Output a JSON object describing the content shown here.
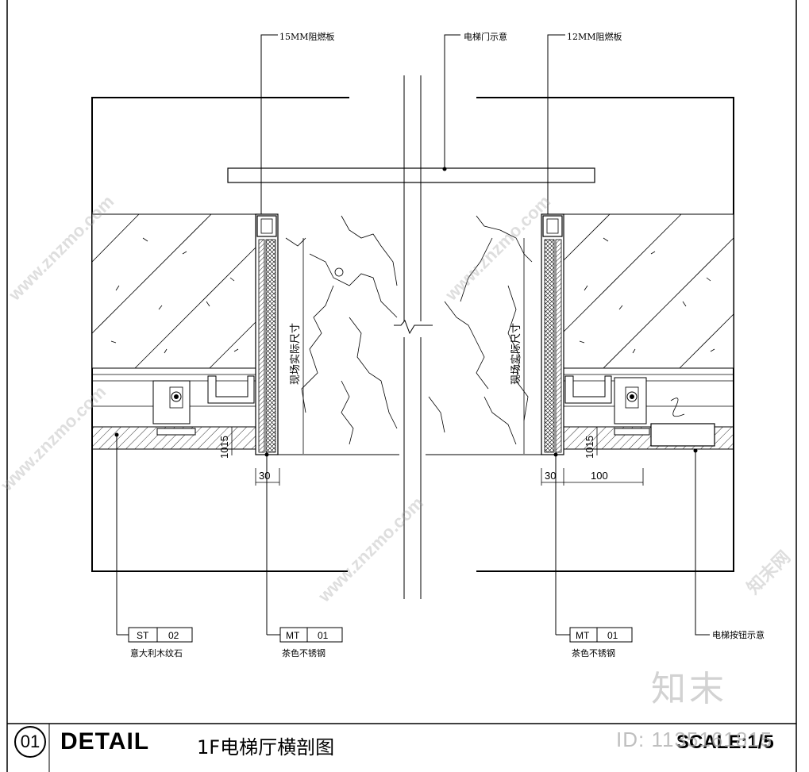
{
  "labels": {
    "top_left_board": "15MM阻燃板",
    "top_center_door": "电梯门示意",
    "top_right_board": "12MM阻燃板",
    "site_dim_left": "现场实际尺寸",
    "site_dim_right": "现场实际尺寸",
    "dim_30_left": "30",
    "dim_30_right": "30",
    "dim_100": "100",
    "dim_1015_left": "1015",
    "dim_1015_right": "1015",
    "button_note": "电梯按钮示意"
  },
  "tags": [
    {
      "code": "ST",
      "num": "02",
      "desc": "意大利木纹石"
    },
    {
      "code": "MT",
      "num": "01",
      "desc": "茶色不锈钢"
    },
    {
      "code": "MT",
      "num": "01",
      "desc": "茶色不锈钢"
    }
  ],
  "title": {
    "number": "01",
    "detail": "DETAIL",
    "name": "1F电梯厅横剖图",
    "scale": "SCALE:1/5"
  },
  "watermarks": {
    "site": "www.znzmo.com",
    "brand": "知末网",
    "logo": "知末",
    "id": "ID: 1135161815"
  }
}
